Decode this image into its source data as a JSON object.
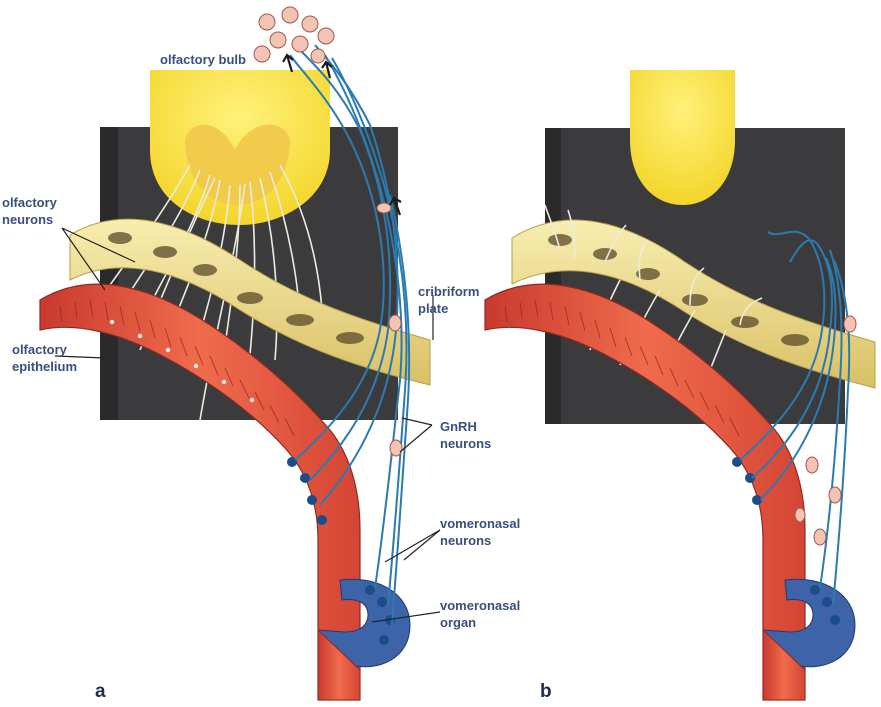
{
  "labels": {
    "olfactory_bulb": "olfactory bulb",
    "olfactory_neurons_line1": "olfactory",
    "olfactory_neurons_line2": "neurons",
    "olfactory_epithelium_line1": "olfactory",
    "olfactory_epithelium_line2": "epithelium",
    "cribriform_plate_line1": "cribriform",
    "cribriform_plate_line2": "plate",
    "gnrh_neurons_line1": "GnRH",
    "gnrh_neurons_line2": "neurons",
    "vomeronasal_neurons_line1": "vomeronasal",
    "vomeronasal_neurons_line2": "neurons",
    "vomeronasal_organ_line1": "vomeronasal",
    "vomeronasal_organ_line2": "organ"
  },
  "panels": {
    "a": "a",
    "b": "b"
  },
  "colors": {
    "bulb": "#f7e13a",
    "bulb_inner": "#f1c84a",
    "background_block": "#3b3b3d",
    "cribriform": "#efe08c",
    "epithelium": "#e0503a",
    "epithelium_dark": "#b63a2e",
    "vomeronasal_axon": "#2b7bb0",
    "gnrh_cell": "#f2c4b4",
    "label_text": "#3a4f7e"
  }
}
